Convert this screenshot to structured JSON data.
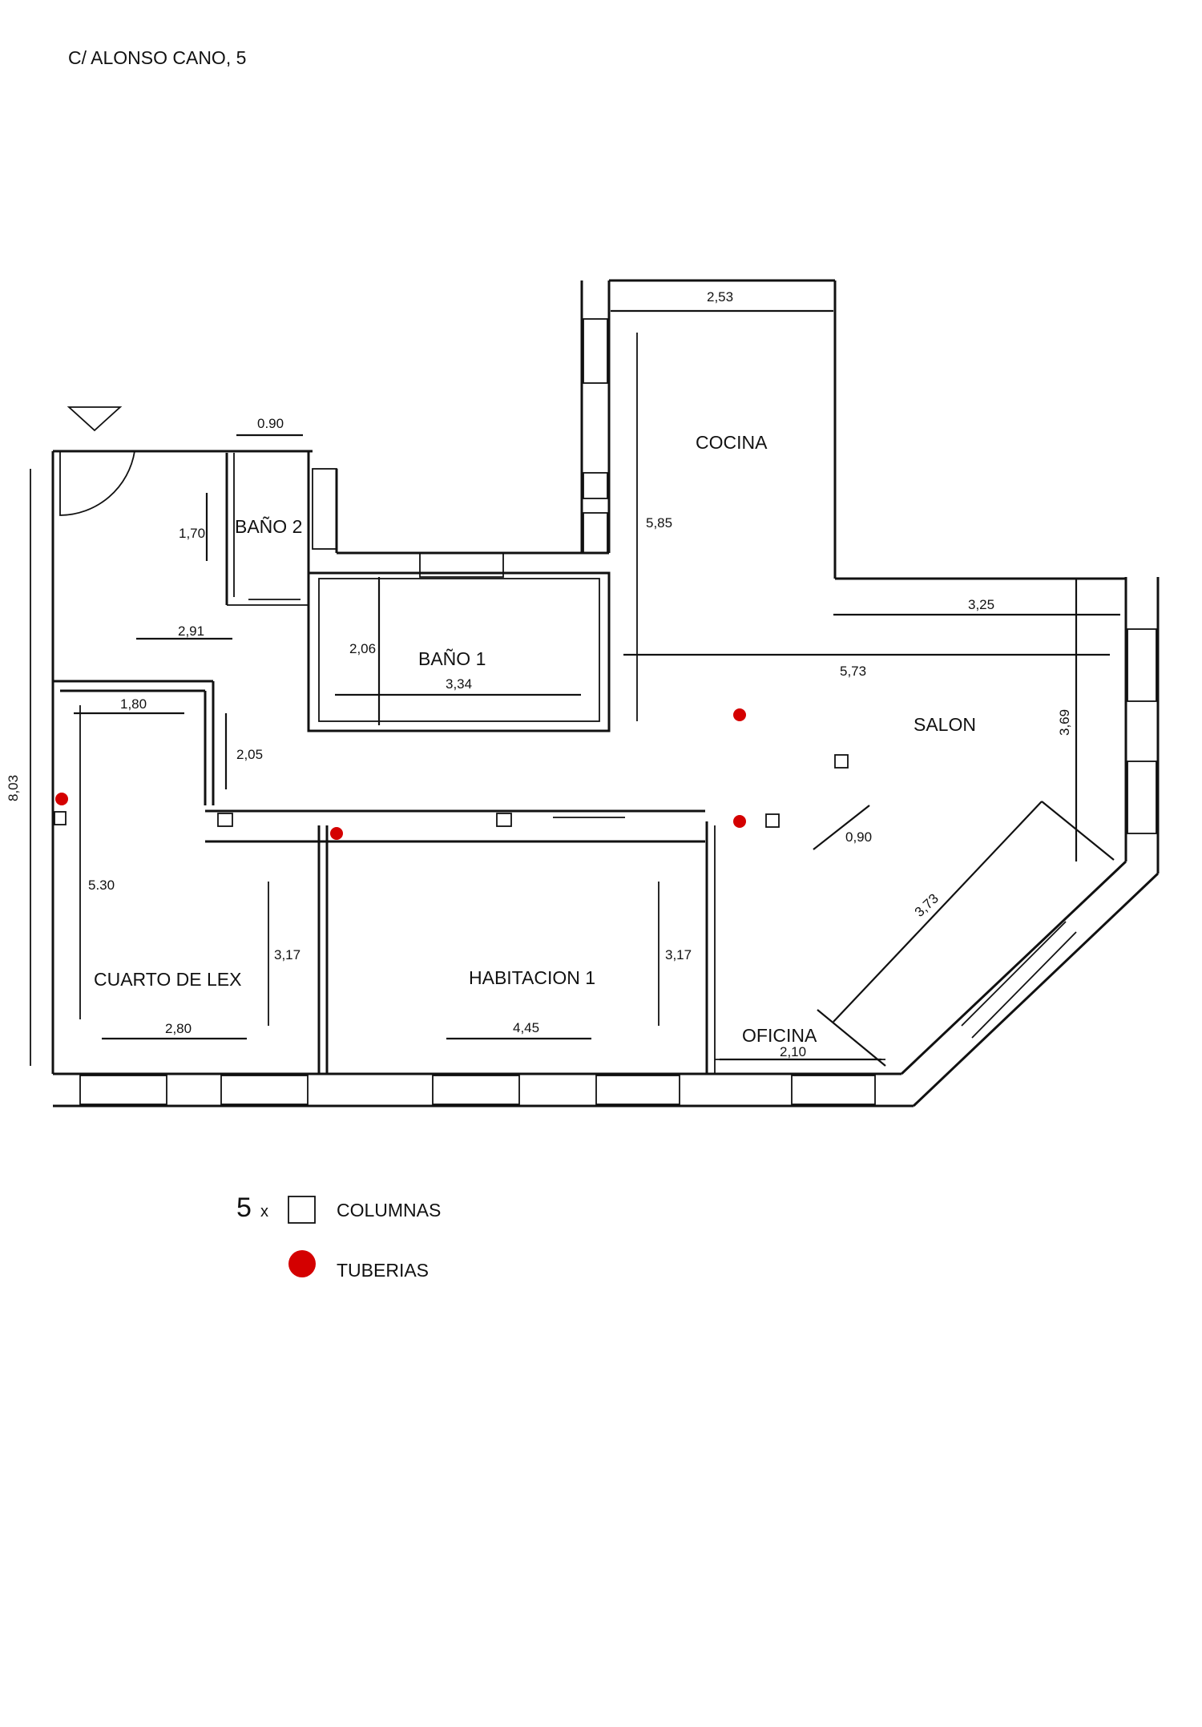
{
  "address": "C/ ALONSO CANO, 5",
  "rooms": {
    "cocina": "COCINA",
    "bano2": "BAÑO 2",
    "bano1": "BAÑO 1",
    "salon": "SALON",
    "cuarto_lex": "CUARTO DE LEX",
    "habitacion1": "HABITACION 1",
    "oficina": "OFICINA"
  },
  "dimensions": {
    "cocina_width": "2,53",
    "cocina_depth": "5,85",
    "bano2_width": "0.90",
    "bano2_depth": "1,70",
    "entrada_width": "2,91",
    "bano1_depth": "2,06",
    "bano1_width": "3,34",
    "salon_top": "3,25",
    "salon_width": "5,73",
    "salon_depth": "3,69",
    "column_gap": "0,90",
    "diagonal": "3,73",
    "pasillo": "1,80",
    "pasillo_depth": "2,05",
    "total_depth": "8,03",
    "cuarto_depth": "5.30",
    "cuarto_inner": "3,17",
    "cuarto_width": "2,80",
    "habitacion_depth": "3,17",
    "habitacion_width": "4,45",
    "oficina_width": "2,10"
  },
  "legend": {
    "columns_count": "5",
    "columns_mult": "x",
    "columns_label": "COLUMNAS",
    "pipes_label": "TUBERIAS",
    "pipe_color": "#d40000"
  }
}
